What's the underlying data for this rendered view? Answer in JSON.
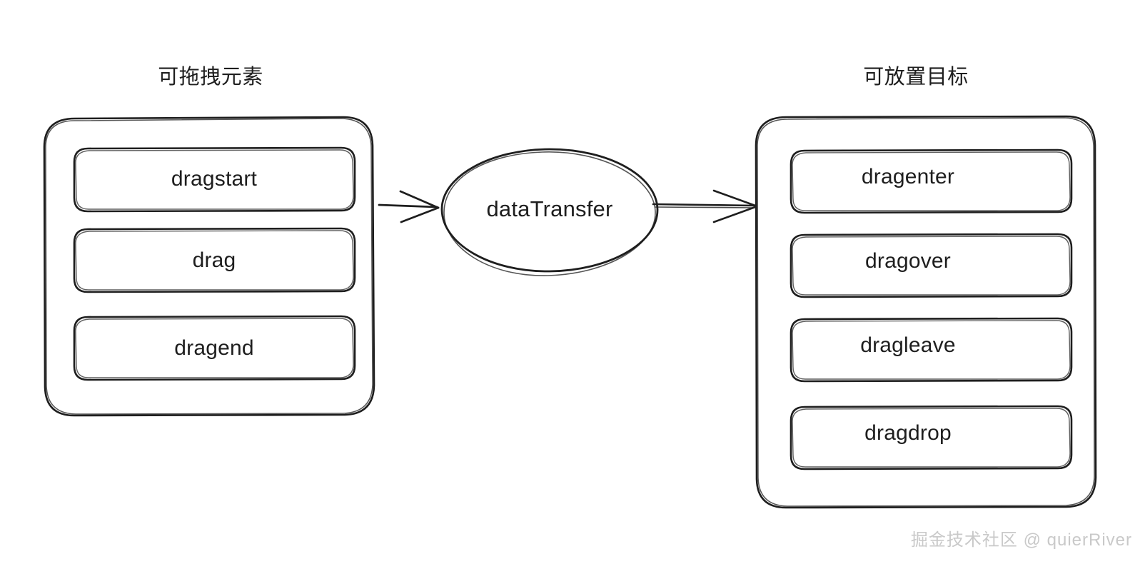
{
  "diagram": {
    "type": "flow-diagram",
    "title_left": "可拖拽元素",
    "title_right": "可放置目标",
    "style": "hand-drawn-sketch",
    "stroke_color": "#1e1e1e",
    "background_color": "#ffffff",
    "watermark": "掘金技术社区 @ quierRiver",
    "left_group": {
      "label": "可拖拽元素",
      "items": [
        {
          "label": "dragstart"
        },
        {
          "label": "drag"
        },
        {
          "label": "dragend"
        }
      ]
    },
    "center_node": {
      "label": "dataTransfer",
      "shape": "ellipse"
    },
    "right_group": {
      "label": "可放置目标",
      "items": [
        {
          "label": "dragenter"
        },
        {
          "label": "dragover"
        },
        {
          "label": "dragleave"
        },
        {
          "label": "dragdrop"
        }
      ]
    },
    "connectors": [
      {
        "from": "可拖拽元素",
        "to": "dataTransfer",
        "direction": "right",
        "label": ""
      },
      {
        "from": "dataTransfer",
        "to": "可放置目标",
        "direction": "right",
        "label": ""
      }
    ]
  }
}
